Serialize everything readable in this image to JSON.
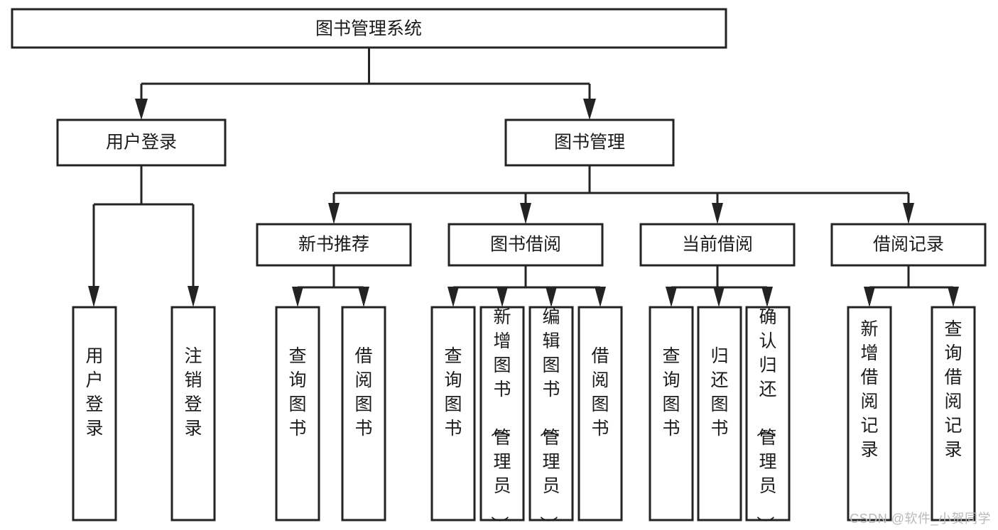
{
  "diagram": {
    "title": "图书管理系统",
    "type": "tree-hierarchy",
    "watermark": "CSDN @软件_小贺同学",
    "colors": {
      "stroke": "#232323",
      "fill": "#ffffff",
      "text": "#1b1b1b",
      "watermark": "#b9b9b9",
      "background": "#ffffff"
    },
    "levels": {
      "root": {
        "label": "图书管理系统"
      },
      "level2": [
        {
          "id": "user-login",
          "label": "用户登录"
        },
        {
          "id": "book-management",
          "label": "图书管理"
        }
      ],
      "level3": [
        {
          "id": "new-book-recommend",
          "label": "新书推荐",
          "parent": "book-management"
        },
        {
          "id": "book-borrow",
          "label": "图书借阅",
          "parent": "book-management"
        },
        {
          "id": "current-borrow",
          "label": "当前借阅",
          "parent": "book-management"
        },
        {
          "id": "borrow-record",
          "label": "借阅记录",
          "parent": "book-management"
        }
      ],
      "leaves": {
        "user-login": [
          {
            "id": "leaf-user-login",
            "label": "用户登录"
          },
          {
            "id": "leaf-logout-login",
            "label": "注销登录"
          }
        ],
        "new-book-recommend": [
          {
            "id": "leaf-query-book-1",
            "label": "查询图书"
          },
          {
            "id": "leaf-borrow-book-1",
            "label": "借阅图书"
          }
        ],
        "book-borrow": [
          {
            "id": "leaf-query-book-2",
            "label": "查询图书"
          },
          {
            "id": "leaf-add-book",
            "label": "新增图书（管理员）"
          },
          {
            "id": "leaf-edit-book",
            "label": "编辑图书（管理员）"
          },
          {
            "id": "leaf-borrow-book-2",
            "label": "借阅图书"
          }
        ],
        "current-borrow": [
          {
            "id": "leaf-query-book-3",
            "label": "查询图书"
          },
          {
            "id": "leaf-return-book",
            "label": "归还图书"
          },
          {
            "id": "leaf-confirm-return",
            "label": "确认归还（管理员）"
          }
        ],
        "borrow-record": [
          {
            "id": "leaf-add-record",
            "label": "新增借阅记录"
          },
          {
            "id": "leaf-query-record",
            "label": "查询借阅记录"
          }
        ]
      }
    }
  }
}
